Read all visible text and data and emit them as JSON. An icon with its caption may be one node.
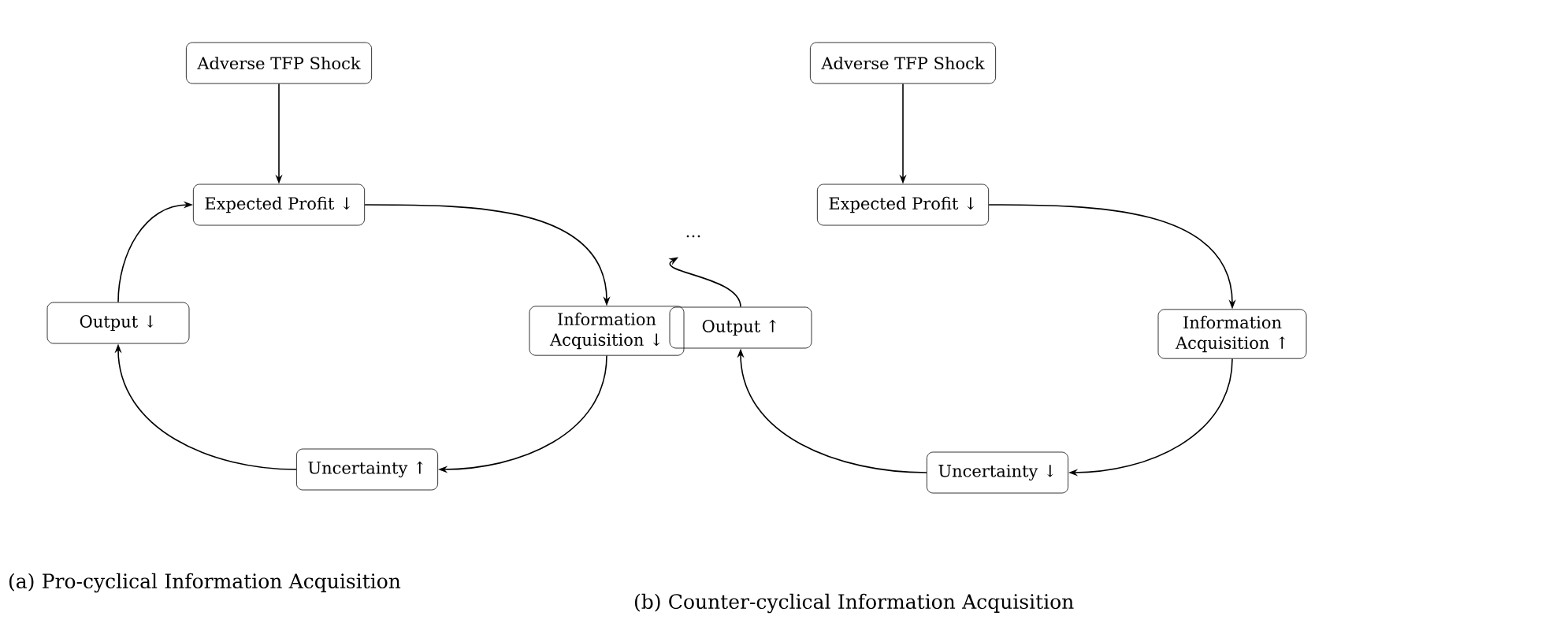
{
  "diagram": {
    "nodes": [
      {
        "text": [
          "Adverse TFP Shock"
        ]
      },
      {
        "text": [
          "Expected Profit ↓"
        ]
      },
      {
        "text": [
          "Information Acquisition ↓"
        ]
      },
      {
        "text": [
          "Uncertainty ↑"
        ]
      },
      {
        "text": [
          "Output ↓"
        ]
      },
      {
        "text": [
          "Adverse TFP Shock"
        ]
      },
      {
        "text": [
          "Expected Profit ↓"
        ]
      },
      {
        "text": [
          "Information Acquisition ↑"
        ]
      },
      {
        "text": [
          "Uncertainty ↓"
        ]
      },
      {
        "text": [
          "Output ↑"
        ]
      },
      {
        "text": [
          "…"
        ]
      }
    ],
    "edges": [
      {
        "from": 0,
        "to": 1,
        "arrow": "to"
      },
      {
        "from": 1,
        "to": 2,
        "arrow": "to"
      },
      {
        "from": 2,
        "to": 3,
        "arrow": "to"
      },
      {
        "from": 3,
        "to": 4,
        "arrow": "to"
      },
      {
        "from": 4,
        "to": 1,
        "arrow": "to"
      },
      {
        "from": 5,
        "to": 6,
        "arrow": "to"
      },
      {
        "from": 6,
        "to": 7,
        "arrow": "to"
      },
      {
        "from": 7,
        "to": 8,
        "arrow": "to"
      },
      {
        "from": 8,
        "to": 9,
        "arrow": "to"
      },
      {
        "from": 9,
        "to": 10,
        "arrow": "to"
      }
    ],
    "labels": [
      "(a) Pro-cyclical Information Acquisition",
      "(b) Counter-cyclical Information Acquisition"
    ]
  }
}
